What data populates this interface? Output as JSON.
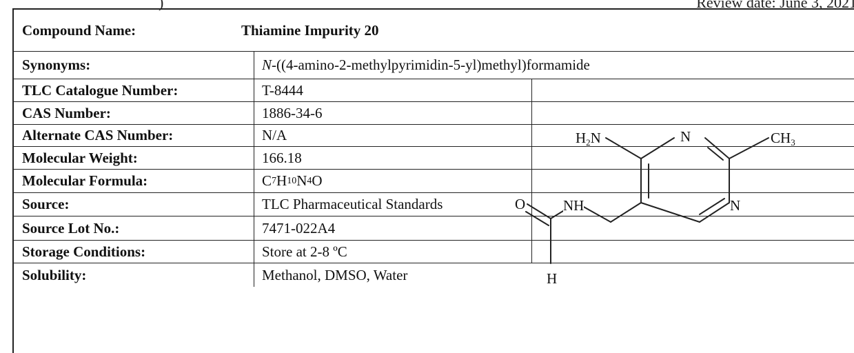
{
  "header_fragments": {
    "left": ")",
    "right": "Review date: June 3, 2021"
  },
  "compound": {
    "label": "Compound Name:",
    "value": "Thiamine Impurity 20"
  },
  "synonyms": {
    "label": "Synonyms:",
    "prefix": "N",
    "rest": "-((4-amino-2-methylpyrimidin-5-yl)methyl)formamide"
  },
  "rows": [
    {
      "key": "catalogue",
      "label": "TLC Catalogue Number:",
      "value": "T-8444"
    },
    {
      "key": "cas",
      "label": "CAS Number:",
      "value": "1886-34-6"
    },
    {
      "key": "alt_cas",
      "label": "Alternate CAS Number:",
      "value": "N/A"
    },
    {
      "key": "mw",
      "label": "Molecular Weight:",
      "value": "166.18"
    },
    {
      "key": "formula",
      "label": "Molecular Formula:",
      "value": "C7H10N4O"
    },
    {
      "key": "source",
      "label": "Source:",
      "value": "TLC Pharmaceutical Standards"
    },
    {
      "key": "lot",
      "label": "Source Lot No.:",
      "value": "7471-022A4"
    },
    {
      "key": "storage",
      "label": "Storage Conditions:",
      "value": "Store at 2-8 ºC"
    }
  ],
  "formula_parts": {
    "c": "C",
    "c_n": "7",
    "h": "H",
    "h_n": "10",
    "n": "N",
    "n_n": "4",
    "o": "O"
  },
  "solubility": {
    "label": "Solubility:",
    "value": "Methanol, DMSO, Water"
  },
  "structure_labels": {
    "nh2_main": "H",
    "nh2_sub": "2",
    "nh2_n": "N",
    "ring_n_top": "N",
    "ring_n_right": "N",
    "ch3_main": "CH",
    "ch3_sub": "3",
    "amide_o": "O",
    "amide_nh": "NH",
    "formyl_h": "H"
  }
}
